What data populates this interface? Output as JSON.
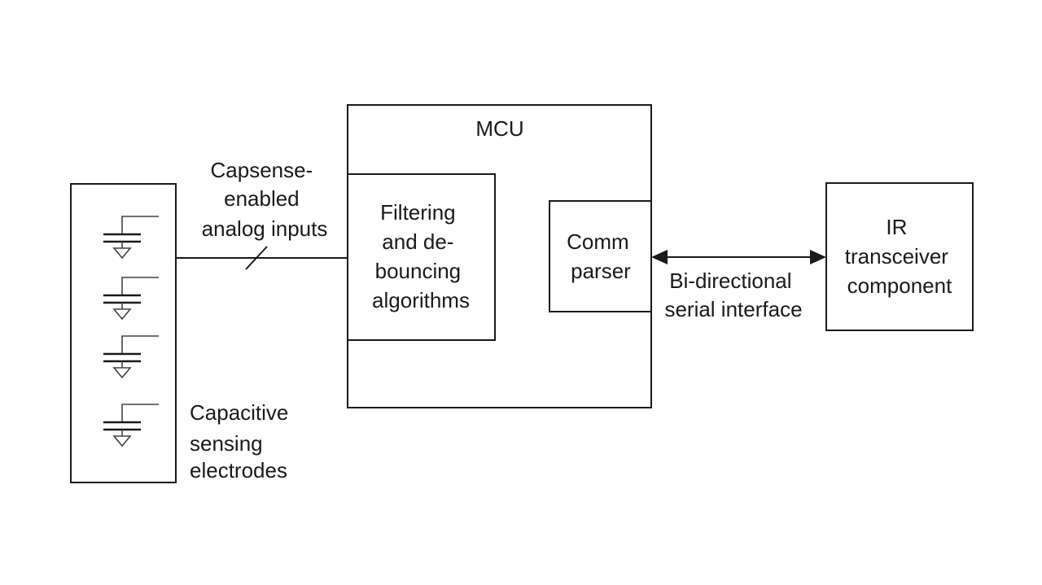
{
  "mcu": {
    "title": "MCU"
  },
  "filtering_block": {
    "lines": [
      "Filtering",
      "and de-",
      "bouncing",
      "algorithms"
    ]
  },
  "comm_parser": {
    "lines": [
      "Comm",
      "parser"
    ]
  },
  "ir_block": {
    "lines": [
      "IR",
      "transceiver",
      "component"
    ]
  },
  "capsense_label": {
    "lines": [
      "Capsense-",
      "enabled",
      "analog inputs"
    ]
  },
  "serial_label": {
    "lines": [
      "Bi-directional",
      "serial interface"
    ]
  },
  "electrodes_label": {
    "lines": [
      "Capacitive",
      "sensing",
      "electrodes"
    ]
  },
  "electrodes": {
    "count": 4
  }
}
